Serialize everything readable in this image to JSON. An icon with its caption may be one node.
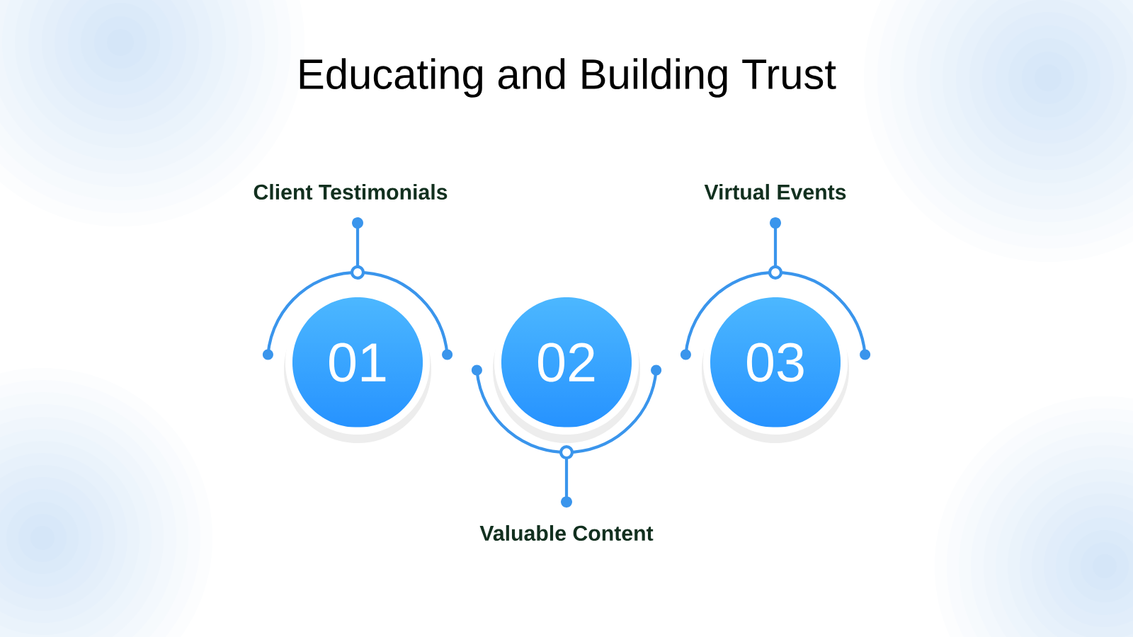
{
  "diagram": {
    "title": "Educating and Building Trust",
    "nodes": [
      {
        "text": [
          "01"
        ]
      },
      {
        "text": [
          "02"
        ]
      },
      {
        "text": [
          "03"
        ]
      }
    ],
    "labels": [
      "Client Testimonials",
      "Virtual Events",
      "Valuable Content"
    ]
  }
}
